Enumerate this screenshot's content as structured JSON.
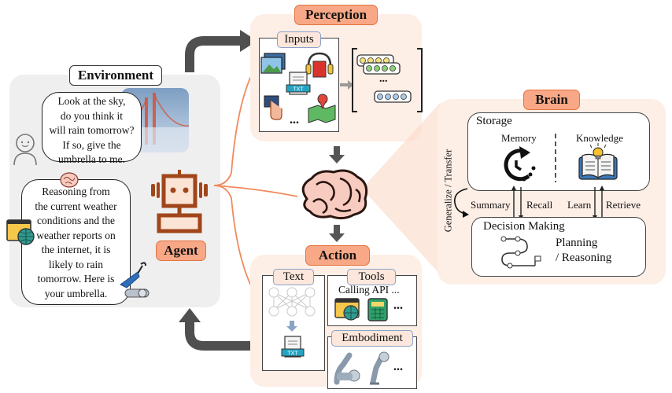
{
  "environment": {
    "title": "Environment",
    "user_message": [
      "Look at the sky,",
      "do you think it",
      "will rain tomorrow?",
      "If so, give the",
      "umbrella to me."
    ],
    "agent_message": [
      "Reasoning from",
      "the current weather",
      "conditions and the",
      "weather reports on",
      "the internet, it is",
      "likely to rain",
      "tomorrow. Here is",
      "your umbrella."
    ]
  },
  "agent": {
    "label": "Agent"
  },
  "perception": {
    "title": "Perception",
    "inputs_label": "Inputs",
    "ellipsis": "...",
    "encoded_ellipsis": "..."
  },
  "brain": {
    "title": "Brain",
    "storage_label": "Storage",
    "memory_label": "Memory",
    "knowledge_label": "Knowledge",
    "generalize_label": "Generalize / Transfer",
    "summary_label": "Summary",
    "recall_label": "Recall",
    "learn_label": "Learn",
    "retrieve_label": "Retrieve",
    "decision_label": "Decision Making",
    "planning_line1": "Planning",
    "planning_line2": "/ Reasoning"
  },
  "action": {
    "title": "Action",
    "text_label": "Text",
    "tools_label": "Tools",
    "tools_caption": "Calling API ...",
    "tools_ellipsis": "...",
    "embodiment_label": "Embodiment",
    "embodiment_ellipsis": "..."
  },
  "colors": {
    "accent_orange": "#f8a886",
    "panel_peach": "#fdeee6",
    "env_gray": "#f0f0f0",
    "agent_brown": "#a0461a",
    "arrow_gray": "#505050",
    "connector_orange": "#f08a5d"
  }
}
